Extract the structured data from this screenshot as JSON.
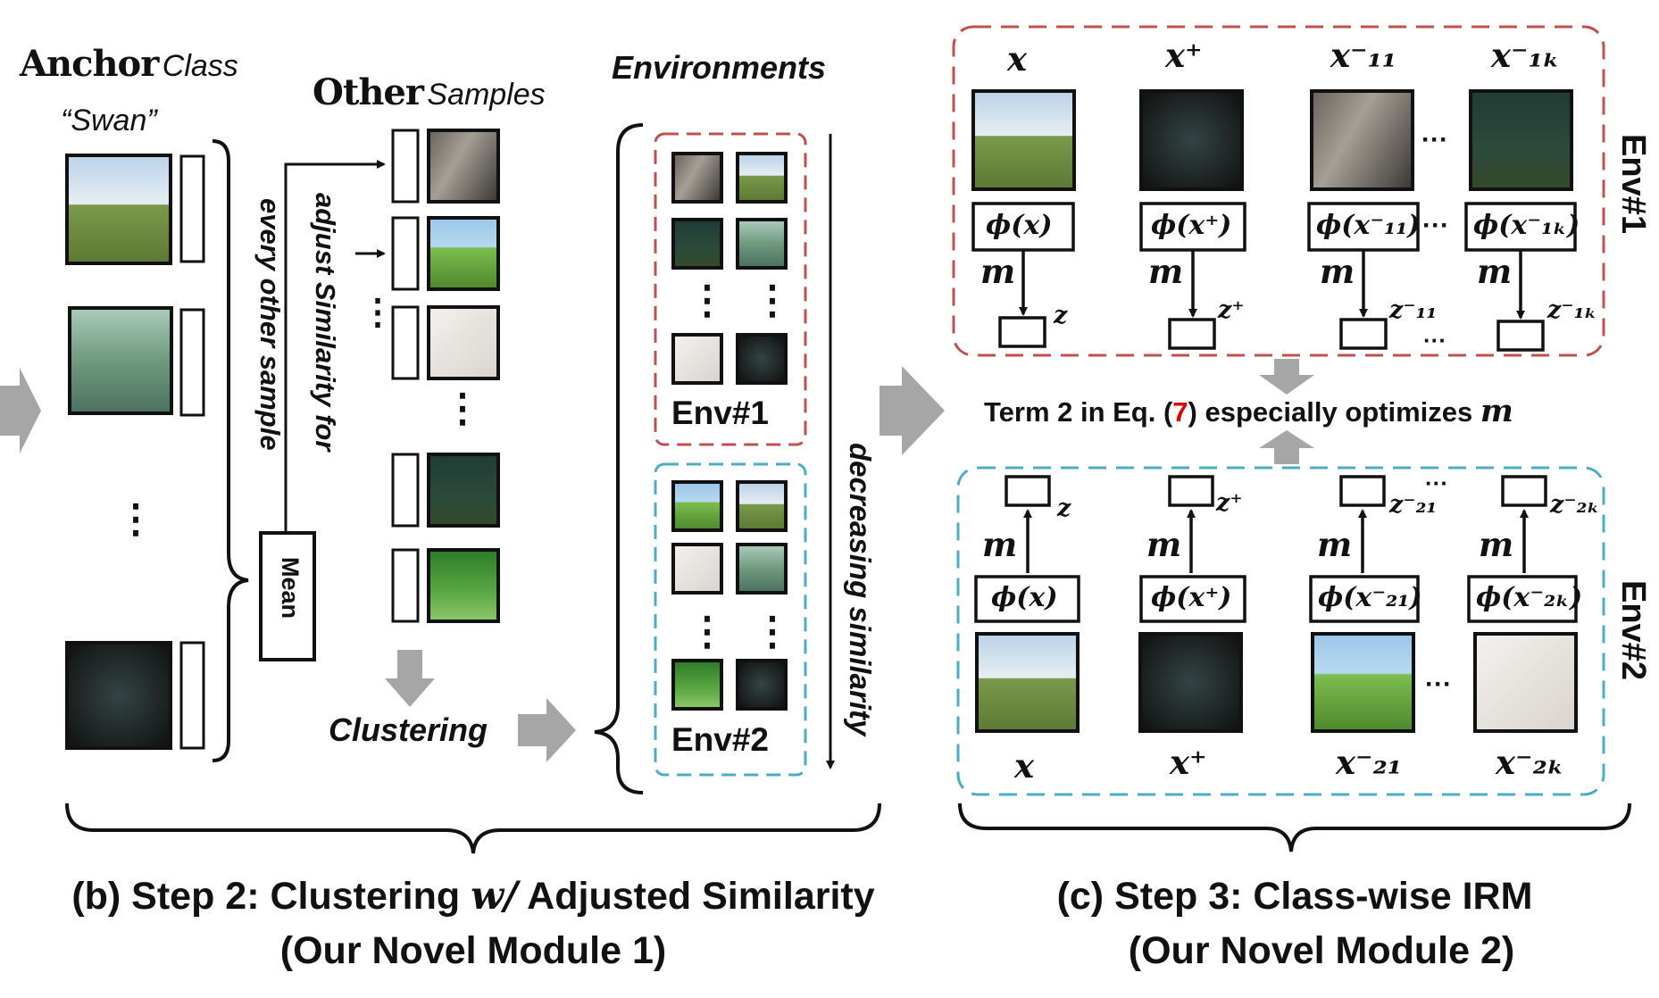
{
  "step2": {
    "anchor_word": "Anchor",
    "anchor_class_word": "Class",
    "anchor_name": "“Swan”",
    "other_word": "Other",
    "samples_word": "Samples",
    "adjust_text": "adjust Similarity for",
    "every_text": "every other sample",
    "mean_label": "Mean",
    "clustering_label": "Clustering",
    "environments_title": "Environments",
    "env1_label": "Env#1",
    "env2_label": "Env#2",
    "decreasing_label": "decreasing similarity",
    "ellipsis_v": "⋮",
    "ellipsis_v_dots": "·\n·\n·",
    "caption_prefix": "(b) Step 2: Clustering",
    "caption_w": "w/",
    "caption_suffix": "Adjusted Similarity",
    "caption_line2": "(Our Novel Module 1)"
  },
  "step3": {
    "env1_tag": "Env#1",
    "env2_tag": "Env#2",
    "term_text_pre": "Term 2 in Eq. (",
    "term_eq_num": "7",
    "term_text_post": ") especially optimizes",
    "term_m": "m",
    "m_label": "m",
    "ellipsis_h": "···",
    "env1": {
      "headers": [
        "x",
        "x⁺",
        "x⁻₁₁",
        "x⁻₁ₖ"
      ],
      "phis": [
        "ϕ(x)",
        "ϕ(x⁺)",
        "ϕ(x⁻₁₁)",
        "ϕ(x⁻₁ₖ)"
      ],
      "zs": [
        "z",
        "z⁺",
        "z⁻₁₁",
        "z⁻₁ₖ"
      ]
    },
    "env2": {
      "footers": [
        "x",
        "x⁺",
        "x⁻₂₁",
        "x⁻₂ₖ"
      ],
      "phis": [
        "ϕ(x)",
        "ϕ(x⁺)",
        "ϕ(x⁻₂₁)",
        "ϕ(x⁻₂ₖ)"
      ],
      "zs": [
        "z",
        "z⁺",
        "z⁻₂₁",
        "z⁻₂ₖ"
      ]
    },
    "caption_line1": "(c) Step 3: Class-wise IRM",
    "caption_line2": "(Our Novel Module 2)"
  },
  "colors": {
    "env1_border": "#c0504d",
    "env2_border": "#4bacc6",
    "arrow_gray": "#a6a6a6",
    "eq_red": "#e00000"
  }
}
